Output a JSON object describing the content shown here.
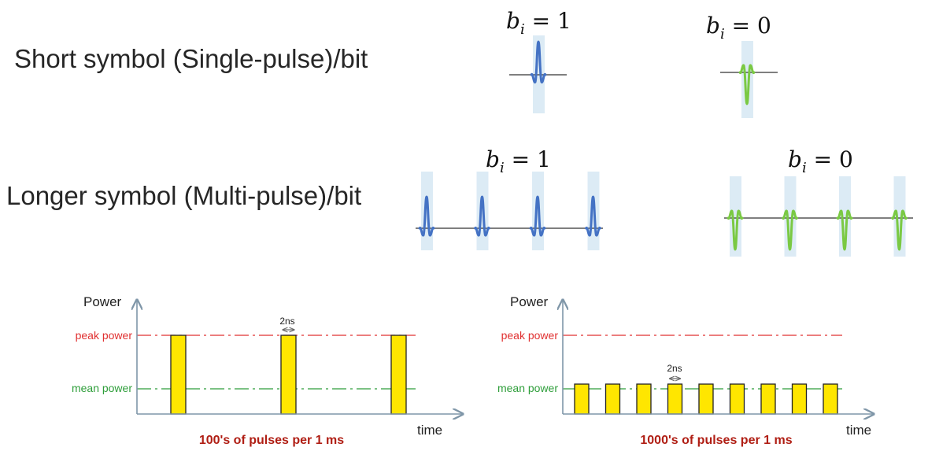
{
  "rows": {
    "short": {
      "label": "Short symbol (Single-pulse)/bit",
      "bit_one": {
        "var": "b",
        "sub": "i",
        "eq": " = 1"
      },
      "bit_zero": {
        "var": "b",
        "sub": "i",
        "eq": " = 0"
      }
    },
    "long": {
      "label": "Longer symbol (Multi-pulse)/bit",
      "bit_one": {
        "var": "b",
        "sub": "i",
        "eq": " = 1"
      },
      "bit_zero": {
        "var": "b",
        "sub": "i",
        "eq": " = 0"
      },
      "pulses_per_symbol": 4
    }
  },
  "power_charts": [
    {
      "y_axis_label": "Power",
      "x_axis_label": "time",
      "peak_label": "peak power",
      "mean_label": "mean power",
      "pulse_width_label": "2ns",
      "pulse_level": "peak",
      "pulse_count": 3,
      "caption": "100's of pulses per 1 ms"
    },
    {
      "y_axis_label": "Power",
      "x_axis_label": "time",
      "peak_label": "peak power",
      "mean_label": "mean power",
      "pulse_width_label": "2ns",
      "pulse_level": "mean",
      "pulse_count": 9,
      "caption": "1000's of pulses per 1 ms"
    }
  ],
  "colors": {
    "pulse_one": "#4472c4",
    "pulse_zero": "#7ac943",
    "pulse_band": "#dcebf5",
    "baseline": "#555555",
    "peak": "#e03030",
    "mean": "#2e9e3a",
    "bar_fill": "#ffe600",
    "axis": "#7f96a8",
    "caption": "#b01e14"
  }
}
